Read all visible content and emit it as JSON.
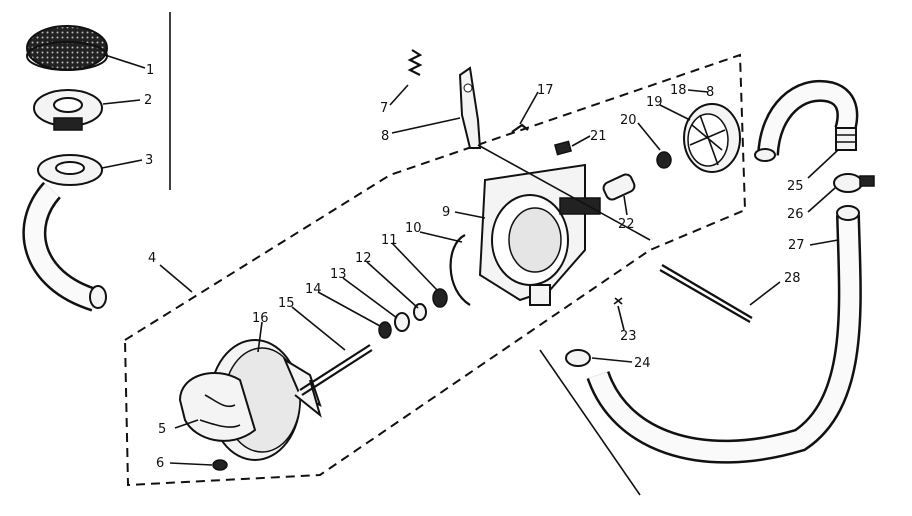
{
  "diagram": {
    "labels": {
      "l1": "1",
      "l2": "2",
      "l3": "3",
      "l4": "4",
      "l5": "5",
      "l6": "6",
      "l7": "7",
      "l8a": "8",
      "l8b": "8",
      "l9": "9",
      "l10": "10",
      "l11": "11",
      "l12": "12",
      "l13": "13",
      "l14": "14",
      "l15": "15",
      "l16": "16",
      "l17": "17",
      "l18": "18",
      "l19": "19",
      "l20": "20",
      "l21": "21",
      "l22": "22",
      "l23": "23",
      "l24": "24",
      "l25": "25",
      "l26": "26",
      "l27": "27",
      "l28": "28"
    }
  }
}
